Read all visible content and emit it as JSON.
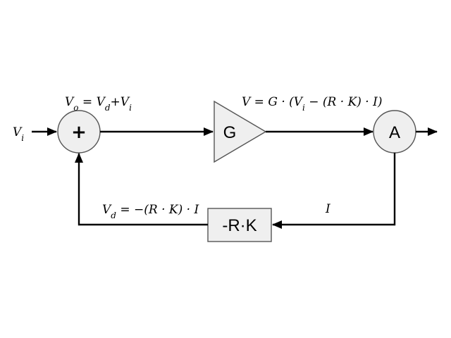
{
  "diagram": {
    "input_label": {
      "base": "V",
      "sub": "i"
    },
    "summing_junction": {
      "symbol": "+",
      "equation": {
        "v": "V",
        "v_sub": "o",
        "eq": " = ",
        "a": "V",
        "a_sub": "d",
        "plus": "+",
        "b": "V",
        "b_sub": "i"
      }
    },
    "gain_block": {
      "label": "G",
      "equation": {
        "lhs": "V = G · (V",
        "lhs_sub": "i",
        "rhs": " − (R · K) · I)"
      }
    },
    "amplifier": {
      "label": "A"
    },
    "feedback_block": {
      "label": "-R·K",
      "equation": {
        "v": "V",
        "v_sub": "d",
        "rhs": " = −(R · K) · I"
      },
      "current_label": "I"
    },
    "colors": {
      "block_fill": "#efefef",
      "block_stroke": "#555555",
      "wire": "#000000"
    }
  }
}
